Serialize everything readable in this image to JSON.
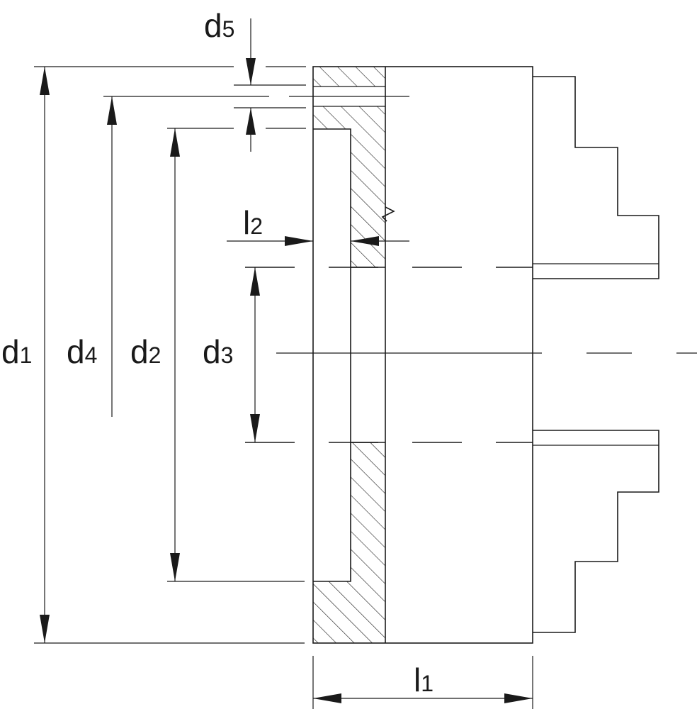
{
  "labels": {
    "d1": {
      "main": "d",
      "sub": "1"
    },
    "d2": {
      "main": "d",
      "sub": "2"
    },
    "d3": {
      "main": "d",
      "sub": "3"
    },
    "d4": {
      "main": "d",
      "sub": "4"
    },
    "d5": {
      "main": "d",
      "sub": "5"
    },
    "l1": {
      "main": "l",
      "sub": "1"
    },
    "l2": {
      "main": "l",
      "sub": "2"
    }
  },
  "colors": {
    "line": "#1a1a1a",
    "background": "#ffffff"
  }
}
